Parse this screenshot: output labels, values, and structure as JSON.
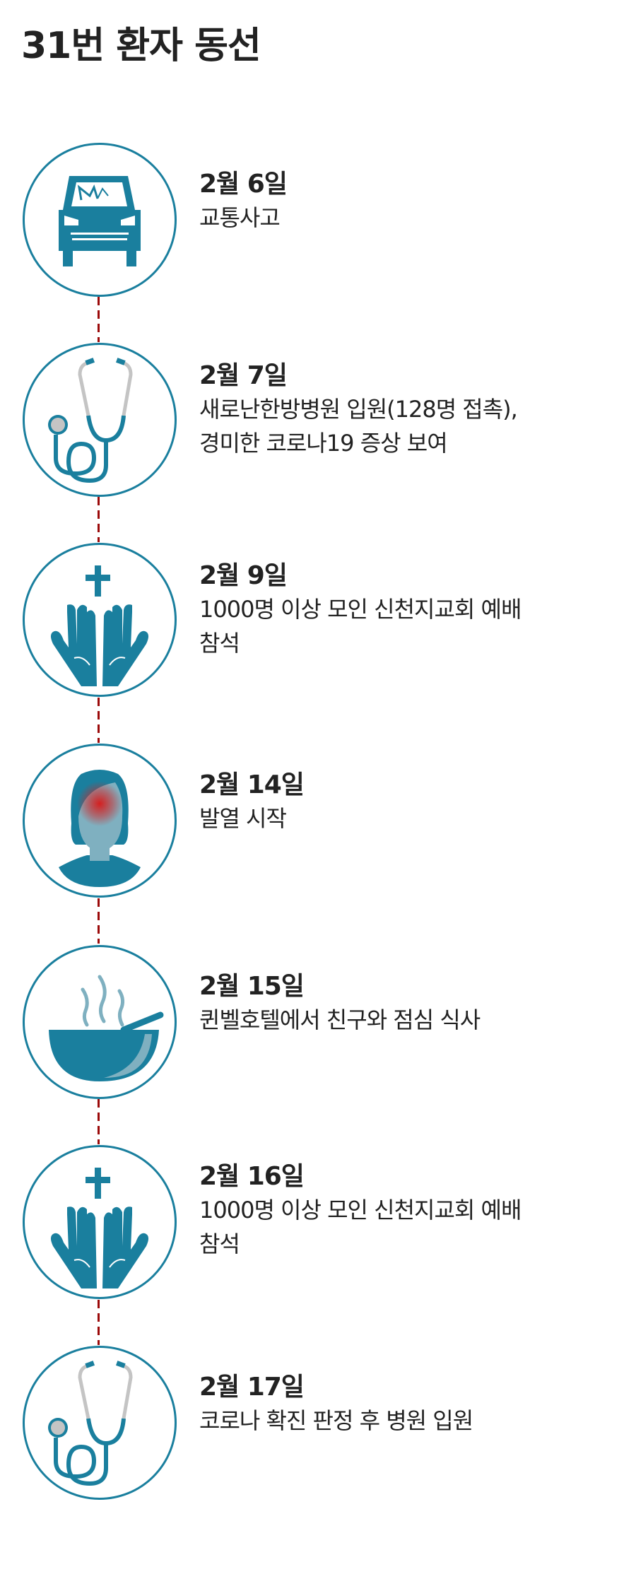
{
  "title": "31번 환자 동선",
  "colors": {
    "accent": "#1a7f9e",
    "accent_light": "#7fb0c0",
    "connector": "#9b0a0a",
    "gray": "#c4c4c4",
    "fever": "#d42020"
  },
  "events": [
    {
      "date": "2월 6일",
      "desc": "교통사고",
      "icon": "car-crash-icon"
    },
    {
      "date": "2월 7일",
      "desc": "새로난한방병원 입원(128명 접촉),\n경미한 코로나19 증상 보여",
      "desc_lines": [
        "새로난한방병원 입원(128명 접촉),",
        "경미한 코로나19 증상 보여"
      ],
      "icon": "stethoscope-icon"
    },
    {
      "date": "2월 9일",
      "desc_lines": [
        "1000명 이상 모인 신천지교회 예배",
        "참석"
      ],
      "icon": "praying-hands-cross-icon"
    },
    {
      "date": "2월 14일",
      "desc": "발열 시작",
      "icon": "fever-person-icon"
    },
    {
      "date": "2월 15일",
      "desc": "퀸벨호텔에서 친구와 점심 식사",
      "icon": "soup-bowl-icon"
    },
    {
      "date": "2월 16일",
      "desc_lines": [
        "1000명 이상 모인 신천지교회 예배",
        "참석"
      ],
      "icon": "praying-hands-cross-icon"
    },
    {
      "date": "2월 17일",
      "desc": "코로나 확진 판정 후 병원 입원",
      "icon": "stethoscope-icon"
    }
  ]
}
